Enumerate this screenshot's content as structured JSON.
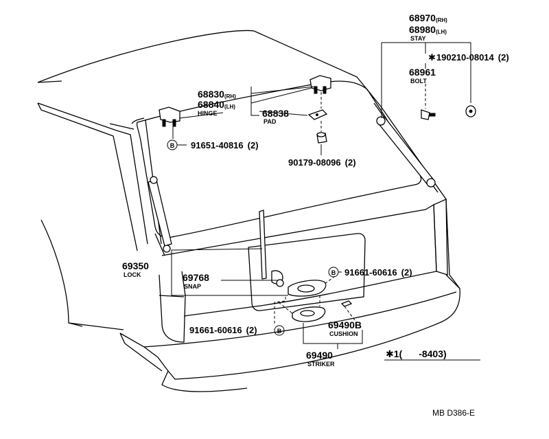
{
  "callouts": {
    "stay": {
      "rh": "68970",
      "rh_suffix": "(RH)",
      "lh": "68980",
      "lh_suffix": "(LH)",
      "name": "STAY"
    },
    "stay_screw": {
      "mark": "✱",
      "part": "190210-08014",
      "qty": "(2)"
    },
    "bolt": {
      "part": "68961",
      "name": "BOLT"
    },
    "hinge": {
      "rh": "68830",
      "rh_suffix": "(RH)",
      "lh": "68840",
      "lh_suffix": "(LH)",
      "name": "HINGE"
    },
    "pad": {
      "part": "68838",
      "name": "PAD"
    },
    "hinge_bolt": {
      "badge": "B",
      "part": "91651-40816",
      "qty": "(2)"
    },
    "pad_clip": {
      "part": "90179-08096",
      "qty": "(2)"
    },
    "lock": {
      "part": "69350",
      "name": "LOCK"
    },
    "snap": {
      "part": "69768",
      "name": "SNAP"
    },
    "lock_bolt": {
      "badge": "B",
      "part": "91661-60616",
      "qty": "(2)"
    },
    "striker_bolt": {
      "badge": "B",
      "part": "91661-60616",
      "qty": "(2)"
    },
    "cushion": {
      "part": "69490B",
      "name": "CUSHION"
    },
    "striker": {
      "part": "69490",
      "name": "STRIKER"
    }
  },
  "footnote": {
    "mark": "✱1(",
    "range": "-8403)"
  },
  "drawing_code": "MB D386-E"
}
